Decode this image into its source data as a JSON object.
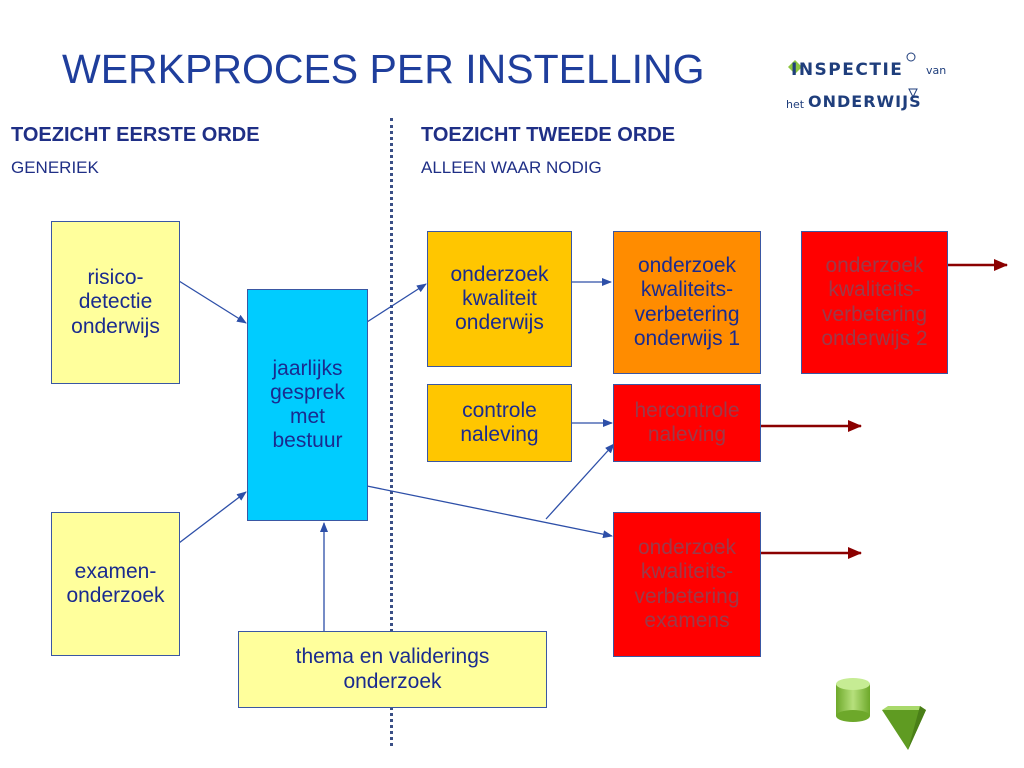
{
  "title": "WERKPROCES PER INSTELLING",
  "logo": {
    "line1": "INSPECTIE",
    "van": "van",
    "het": "het",
    "line2": "ONDERWIJS"
  },
  "left_column": {
    "heading": "TOEZICHT EERSTE ORDE",
    "subheading": "GENERIEK"
  },
  "right_column": {
    "heading": "TOEZICHT TWEEDE ORDE",
    "subheading": "ALLEEN WAAR NODIG"
  },
  "boxes": {
    "risico": "risico-\ndetectie\nonderwijs",
    "examen": "examen-\nonderzoek",
    "jaarlijks": "jaarlijks\ngesprek\nmet\nbestuur",
    "thema": "thema en validerings\nonderzoek",
    "onderzoek_kwaliteit": "onderzoek\nkwaliteit\nonderwijs",
    "controle": "controle\nnaleving",
    "verbetering1": "onderzoek\nkwaliteits-\nverbetering\nonderwijs 1",
    "verbetering2": "onderzoek\nkwaliteits-\nverbetering\nonderwijs 2",
    "hercontrole": "hercontrole\nnaleving",
    "verbetering_examens": "onderzoek\nkwaliteits-\nverbetering\nexamens"
  },
  "colors": {
    "title": "#1f3e9c",
    "yellow_box": "#ffff9c",
    "cyan_box": "#00ccff",
    "gold_box": "#ffc600",
    "orange_box": "#ff8c00",
    "red_box": "#ff0000",
    "arrow_blue": "#2d4fa8",
    "arrow_dark_red": "#8b0000",
    "logo_green": "#8dc63f"
  },
  "icons": [
    "cylinder-icon",
    "triangle-prism-icon",
    "logo-circle-icon",
    "logo-triangle-icon"
  ]
}
